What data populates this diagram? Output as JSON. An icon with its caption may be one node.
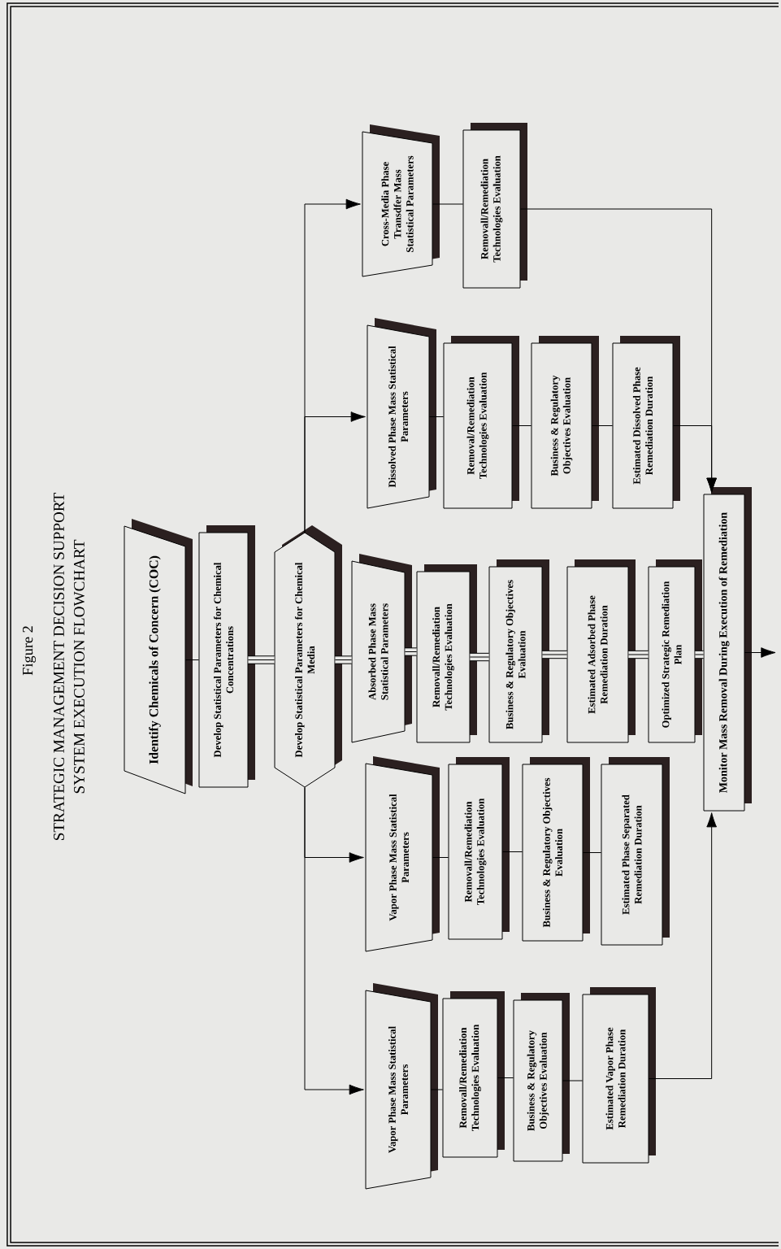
{
  "diagram": {
    "title": "STRATEGIC MANAGEMENT DECISION SUPPORT SYSTEM EXECUTION FLOWCHART",
    "labels": [
      "Figure 2"
    ],
    "nodes": [
      {
        "text": [
          "Identify Chemicals of Concern (COC)"
        ]
      },
      {
        "text": [
          "Develop Statistical Parameters for Chemical Concentrations"
        ]
      },
      {
        "text": [
          "Develop Statistical Parameters for Chemical Media"
        ]
      },
      {
        "text": [
          "Absorbed Phase Mass Statistical Parameters"
        ]
      },
      {
        "text": [
          "Removall/Remediation Technologies Evaluation"
        ]
      },
      {
        "text": [
          "Business & Regulatory Objectives Evaluation"
        ]
      },
      {
        "text": [
          "Estimated Adsorbed Phase Remediation Duration"
        ]
      },
      {
        "text": [
          "Optimized Strategic Remediation Plan"
        ]
      },
      {
        "text": [
          "Monitor Mass Removal During Execution of Remediation"
        ]
      },
      {
        "text": [
          "Dissolved Phase Mass Statistical Parameters"
        ]
      },
      {
        "text": [
          "Removal/Remediation Technologies Evaluation"
        ]
      },
      {
        "text": [
          "Business & Regulatory Objectives Evaluation"
        ]
      },
      {
        "text": [
          "Estimated Dissolved Phase Remediation Duration"
        ]
      },
      {
        "text": [
          "Cross-Media Phase Transdfer Mass Statistical Parameters"
        ]
      },
      {
        "text": [
          "Removall/Remediation Technologies Evaluation"
        ]
      },
      {
        "text": [
          "Vapor Phase Mass Statistical Parameters"
        ]
      },
      {
        "text": [
          "Removall/Remediation Technologies Evaluation"
        ]
      },
      {
        "text": [
          "Business & Regulatory Objectives Evaluation"
        ]
      },
      {
        "text": [
          "Estimated Phase Separated Remediation Duration"
        ]
      },
      {
        "text": [
          "Vapor Phase Mass Statistical Parameters"
        ]
      },
      {
        "text": [
          "Removall/Remediation Technologies Evaluation"
        ]
      },
      {
        "text": [
          "Business & Regulatory Objectives Evaluation"
        ]
      },
      {
        "text": [
          "Estimated Vapor Phase Remediation Duration"
        ]
      }
    ],
    "edges": [
      {
        "from": 0,
        "to": 1,
        "arrow": "none"
      },
      {
        "from": 1,
        "to": 2,
        "arrow": "none",
        "style": "thick"
      },
      {
        "from": 2,
        "to": 3,
        "arrow": "none",
        "style": "thick"
      },
      {
        "from": 3,
        "to": 4,
        "arrow": "none",
        "style": "thick"
      },
      {
        "from": 4,
        "to": 5,
        "arrow": "none",
        "style": "thick"
      },
      {
        "from": 5,
        "to": 6,
        "arrow": "none",
        "style": "thick"
      },
      {
        "from": 6,
        "to": 7,
        "arrow": "none",
        "style": "thick"
      },
      {
        "from": 7,
        "to": 8,
        "arrow": "none",
        "style": "thick"
      },
      {
        "from": 2,
        "to": 13,
        "arrow": "to"
      },
      {
        "from": 2,
        "to": 9,
        "arrow": "to"
      },
      {
        "from": 2,
        "to": 15,
        "arrow": "to"
      },
      {
        "from": 2,
        "to": 19,
        "arrow": "to"
      },
      {
        "from": 13,
        "to": 14,
        "arrow": "none"
      },
      {
        "from": 9,
        "to": 10,
        "arrow": "none"
      },
      {
        "from": 10,
        "to": 11,
        "arrow": "none"
      },
      {
        "from": 11,
        "to": 12,
        "arrow": "none"
      },
      {
        "from": 15,
        "to": 16,
        "arrow": "none"
      },
      {
        "from": 16,
        "to": 17,
        "arrow": "none"
      },
      {
        "from": 17,
        "to": 18,
        "arrow": "none"
      },
      {
        "from": 19,
        "to": 20,
        "arrow": "none"
      },
      {
        "from": 20,
        "to": 21,
        "arrow": "none"
      },
      {
        "from": 21,
        "to": 22,
        "arrow": "none"
      },
      {
        "from": 14,
        "to": 8,
        "arrow": "to"
      },
      {
        "from": 12,
        "to": 8,
        "arrow": "to"
      },
      {
        "from": 22,
        "to": 8,
        "arrow": "to"
      },
      {
        "from": 8,
        "to": null,
        "arrow": "to"
      }
    ]
  }
}
